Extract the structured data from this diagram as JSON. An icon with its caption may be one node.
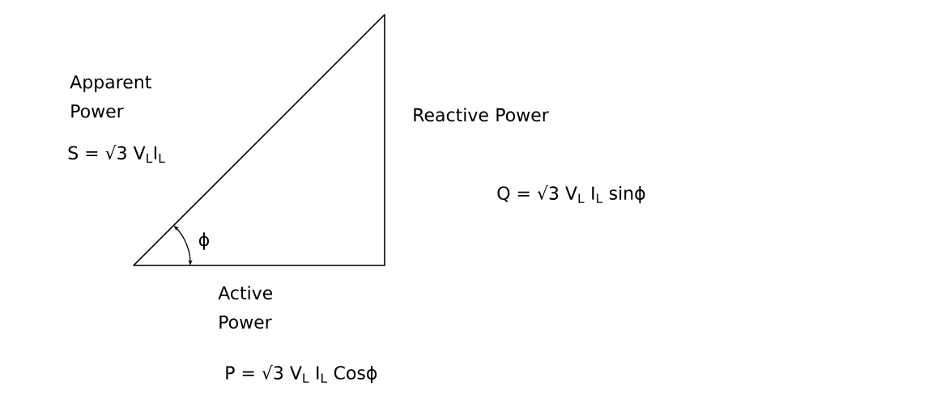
{
  "diagram": {
    "labels": [
      "Apparent Power",
      "S = √3 V$_{L}$I$_{L}$",
      "ϕ",
      "Reactive Power",
      "Q = √3 V$_{L}$ I$_{L}$ sinϕ",
      "Active Power",
      "P = √3 V$_{L}$ I$_{L}$ Cosϕ"
    ]
  }
}
